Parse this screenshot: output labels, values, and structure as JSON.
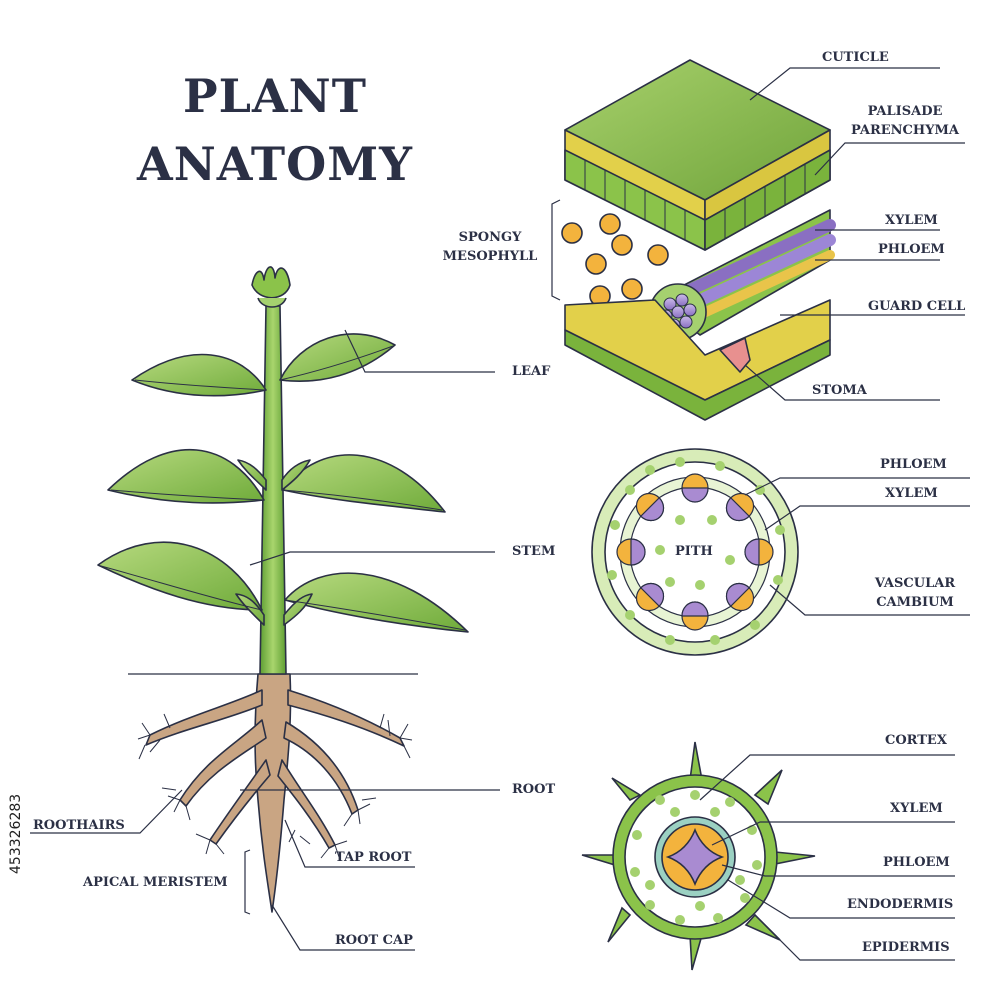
{
  "title": {
    "line1": "PLANT",
    "line2": "ANATOMY"
  },
  "stock_id": "453326283",
  "colors": {
    "outline": "#2b3045",
    "leaf_green": "#7cb342",
    "light_green": "#a5d16f",
    "yellow": "#e3d24a",
    "orange": "#f3b33d",
    "purple": "#a98bd1",
    "root_tan": "#c9a583",
    "pink": "#e8908f"
  },
  "plant_labels": {
    "leaf": "LEAF",
    "stem": "STEM",
    "root": "ROOT",
    "roothairs": "ROOTHAIRS",
    "tap_root": "TAP ROOT",
    "apical_meristem": "APICAL MERISTEM",
    "root_cap": "ROOT CAP"
  },
  "leaf_section_labels": {
    "cuticle": "CUTICLE",
    "palisade_1": "PALISADE",
    "palisade_2": "PARENCHYMA",
    "spongy_1": "SPONGY",
    "spongy_2": "MESOPHYLL",
    "xylem": "XYLEM",
    "phloem": "PHLOEM",
    "guard_cell": "GUARD CELL",
    "stoma": "STOMA"
  },
  "stem_section_labels": {
    "phloem": "PHLOEM",
    "xylem": "XYLEM",
    "pith": "PITH",
    "vascular_1": "VASCULAR",
    "vascular_2": "CAMBIUM"
  },
  "root_section_labels": {
    "cortex": "CORTEX",
    "xylem": "XYLEM",
    "phloem": "PHLOEM",
    "endodermis": "ENDODERMIS",
    "epidermis": "EPIDERMIS"
  }
}
